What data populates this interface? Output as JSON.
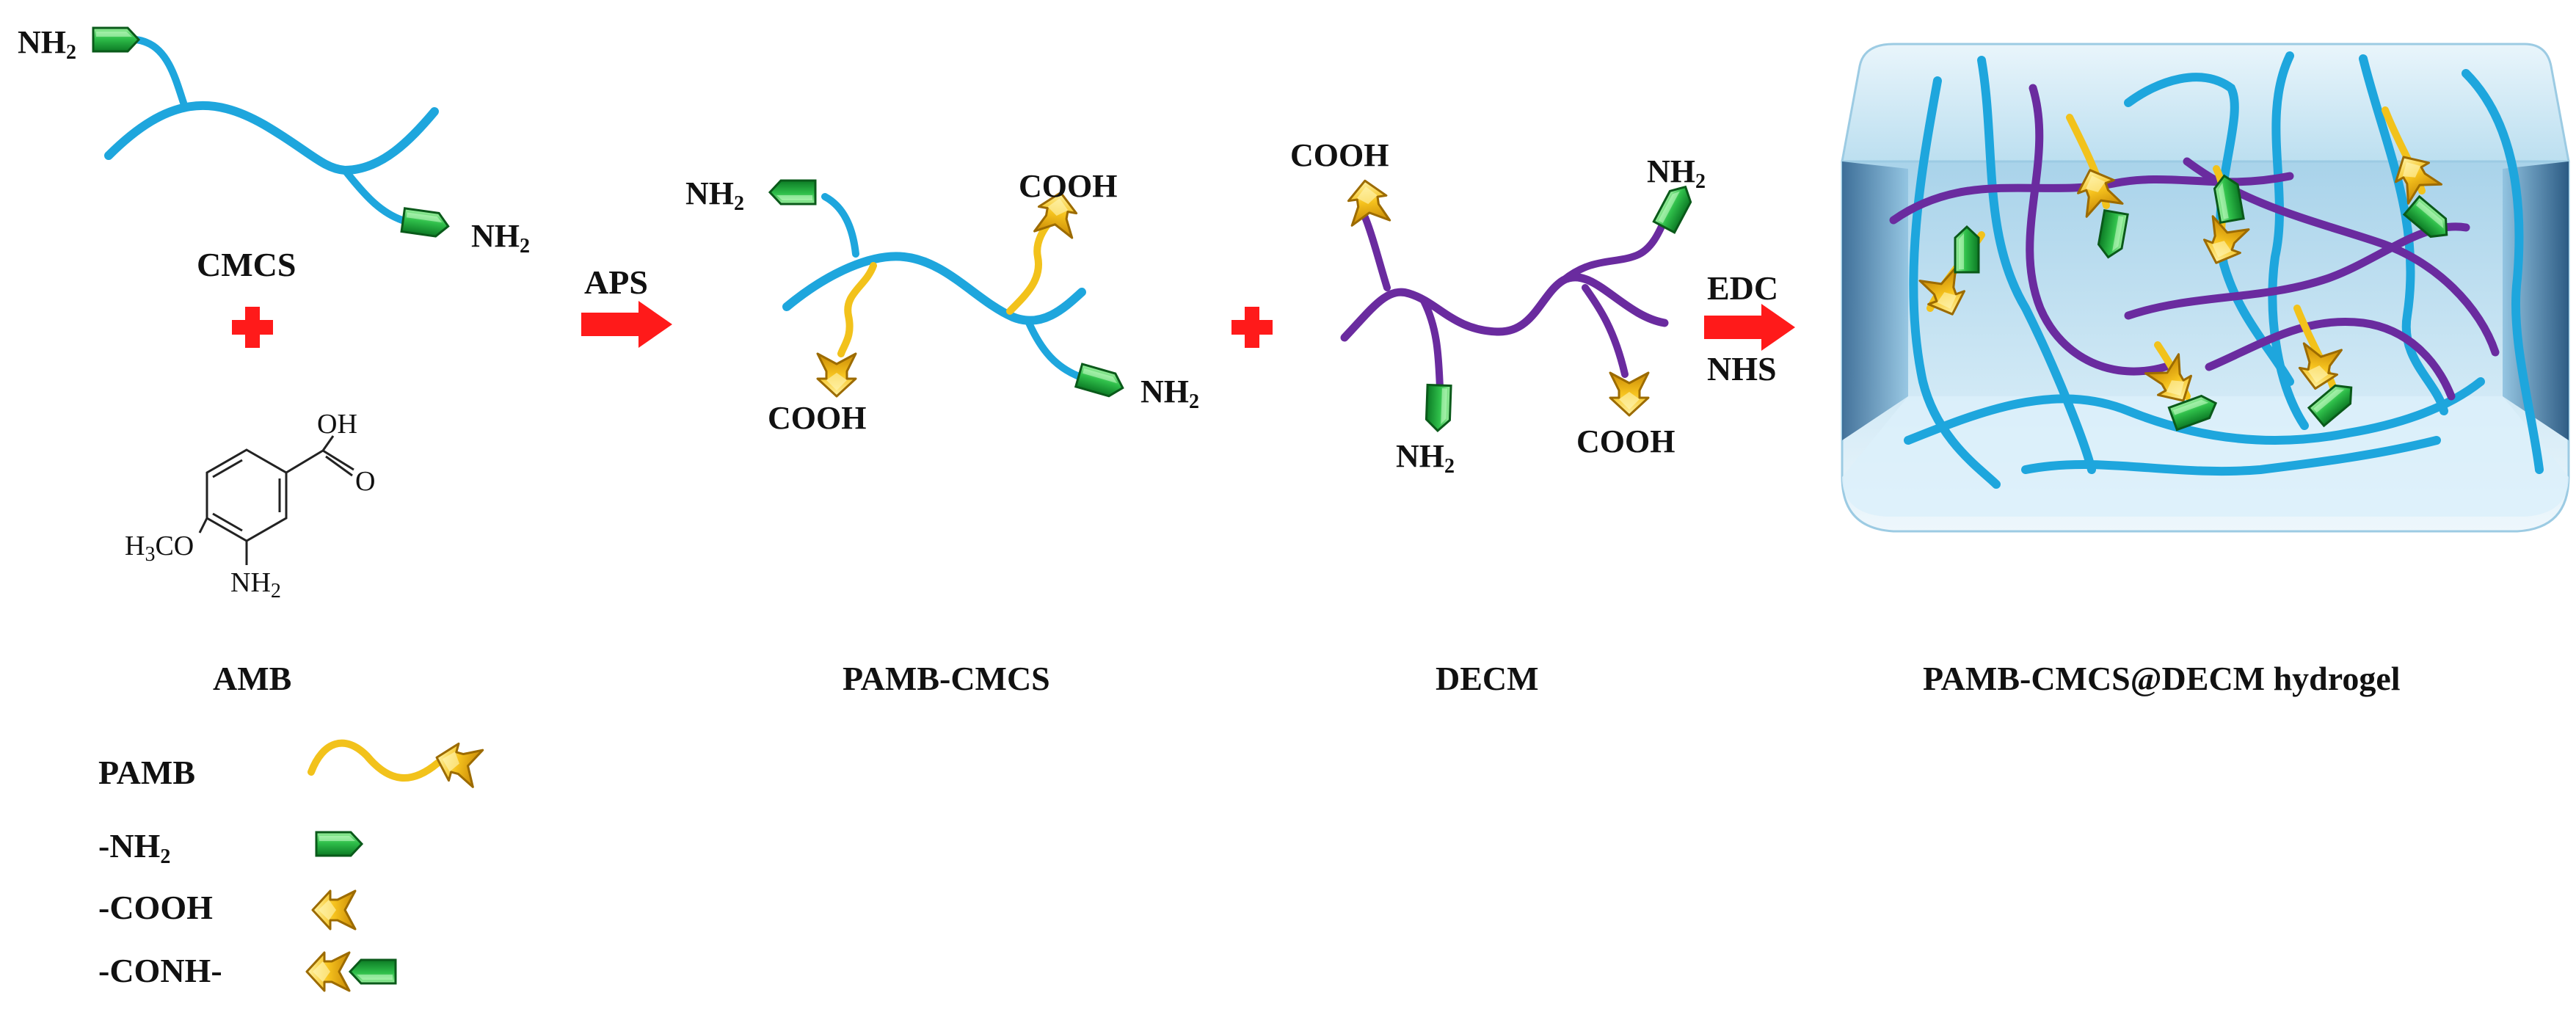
{
  "colors": {
    "cmcs_chain": "#1ea6dd",
    "pamb_chain": "#f2c21b",
    "decm_chain": "#6a2b9f",
    "nh2_group": "#2ab24a",
    "cooh_group": "#f4b619",
    "arrow": "#ff1a1a",
    "hydrogel_box": "#bfe0f1"
  },
  "stage1": {
    "nh2_a": "NH",
    "nh2_a_sub": "2",
    "nh2_b": "NH",
    "nh2_b_sub": "2",
    "name": "CMCS",
    "plus": "plus-icon"
  },
  "amb": {
    "oh": "OH",
    "o": "O",
    "methoxy": "H",
    "methoxy_sub": "3",
    "methoxy_tail": "CO",
    "nh2": "NH",
    "nh2_sub": "2",
    "name": "AMB"
  },
  "reaction1": {
    "reagent": "APS"
  },
  "stage2": {
    "nh2_a": "NH",
    "nh2_a_sub": "2",
    "cooh_a": "COOH",
    "cooh_b": "COOH",
    "nh2_b": "NH",
    "nh2_b_sub": "2",
    "name": "PAMB-CMCS"
  },
  "stage3": {
    "cooh_a": "COOH",
    "nh2_a": "NH",
    "nh2_a_sub": "2",
    "nh2_b": "NH",
    "nh2_b_sub": "2",
    "cooh_b": "COOH",
    "name": "DECM"
  },
  "reaction2": {
    "reagent_top": "EDC",
    "reagent_bottom": "NHS"
  },
  "product": {
    "name": "PAMB-CMCS@DECM hydrogel"
  },
  "legend": [
    {
      "label": "PAMB",
      "icon": "pamb-chain-icon"
    },
    {
      "label": "-NH",
      "sub": "2",
      "icon": "nh2-group-icon"
    },
    {
      "label": "-COOH",
      "icon": "cooh-group-icon"
    },
    {
      "label": "-CONH-",
      "icon": "conh-bond-icon"
    }
  ]
}
